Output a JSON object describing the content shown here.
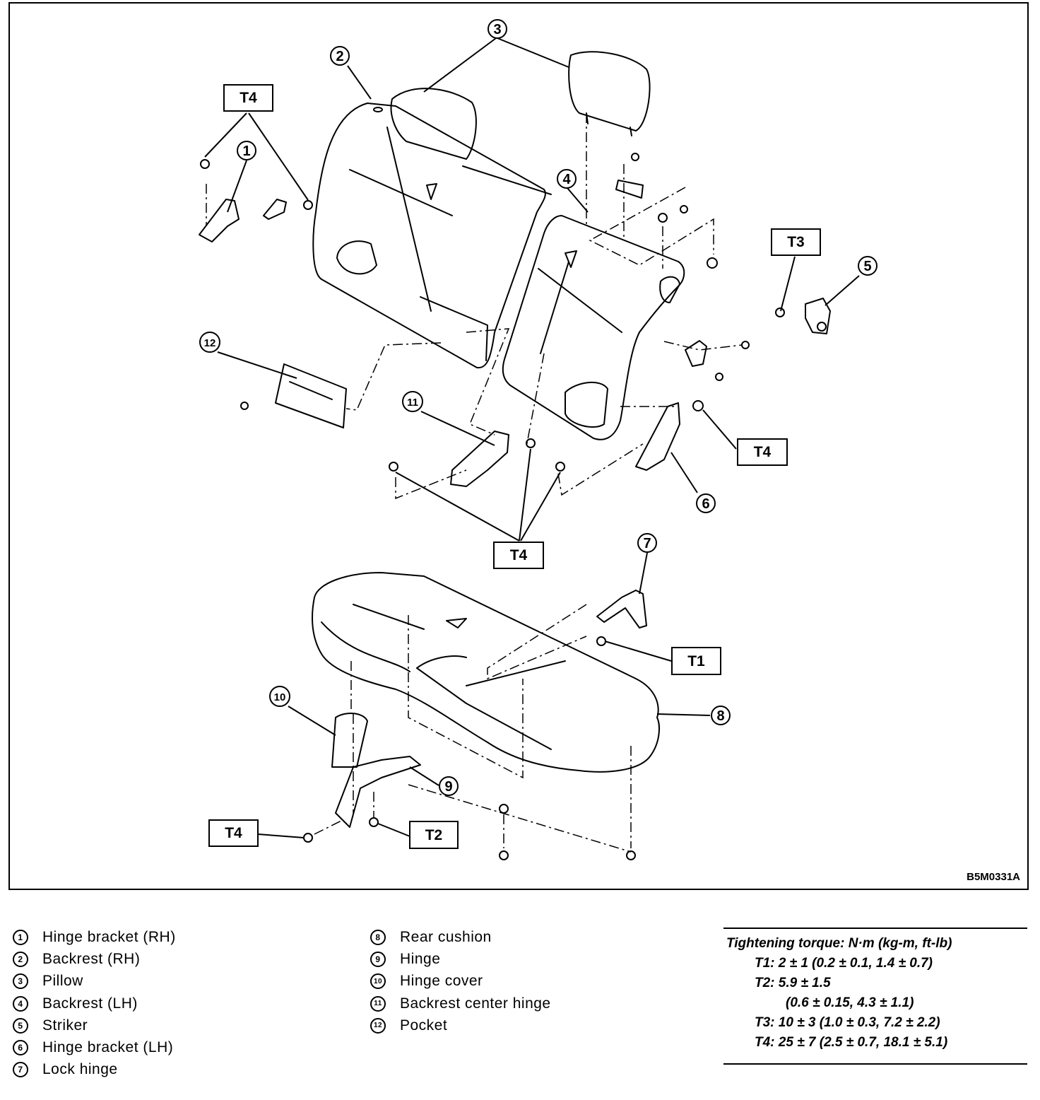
{
  "diagram": {
    "code": "B5M0331A",
    "callouts": [
      "1",
      "2",
      "3",
      "4",
      "5",
      "6",
      "7",
      "8",
      "9",
      "10",
      "11",
      "12"
    ],
    "torque_tags": {
      "t1": "T1",
      "t2": "T2",
      "t3": "T3",
      "t4": "T4"
    }
  },
  "legend": [
    {
      "num": "1",
      "label": "Hinge bracket (RH)"
    },
    {
      "num": "2",
      "label": "Backrest (RH)"
    },
    {
      "num": "3",
      "label": "Pillow"
    },
    {
      "num": "4",
      "label": "Backrest (LH)"
    },
    {
      "num": "5",
      "label": "Striker"
    },
    {
      "num": "6",
      "label": "Hinge bracket (LH)"
    },
    {
      "num": "7",
      "label": "Lock hinge"
    },
    {
      "num": "8",
      "label": "Rear cushion"
    },
    {
      "num": "9",
      "label": "Hinge"
    },
    {
      "num": "10",
      "label": "Hinge cover"
    },
    {
      "num": "11",
      "label": "Backrest center hinge"
    },
    {
      "num": "12",
      "label": "Pocket"
    }
  ],
  "torque_spec": {
    "title": "Tightening torque: N·m (kg-m, ft-lb)",
    "rows": [
      "T1: 2 ± 1 (0.2 ± 0.1, 1.4 ± 0.7)",
      "T2: 5.9 ± 1.5",
      "(0.6 ± 0.15, 4.3 ± 1.1)",
      "T3: 10 ± 3 (1.0 ± 0.3, 7.2 ± 2.2)",
      "T4: 25 ± 7 (2.5 ± 0.7, 18.1 ± 5.1)"
    ]
  }
}
